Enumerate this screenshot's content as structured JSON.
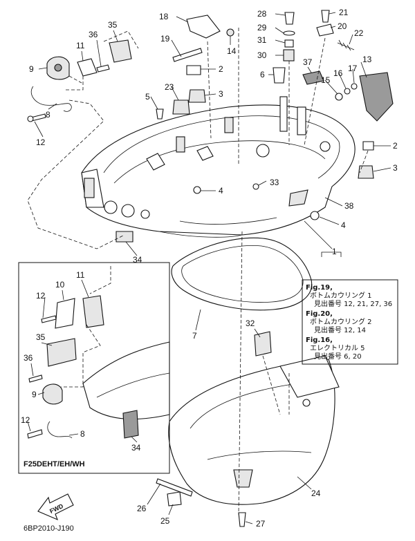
{
  "callouts": [
    {
      "id": "c1",
      "text": "1"
    },
    {
      "id": "c2a",
      "text": "2"
    },
    {
      "id": "c2b",
      "text": "2"
    },
    {
      "id": "c3a",
      "text": "3"
    },
    {
      "id": "c3b",
      "text": "3"
    },
    {
      "id": "c4a",
      "text": "4"
    },
    {
      "id": "c4b",
      "text": "4"
    },
    {
      "id": "c5",
      "text": "5"
    },
    {
      "id": "c6",
      "text": "6"
    },
    {
      "id": "c7",
      "text": "7"
    },
    {
      "id": "c8a",
      "text": "8"
    },
    {
      "id": "c8b",
      "text": "8"
    },
    {
      "id": "c9a",
      "text": "9"
    },
    {
      "id": "c9b",
      "text": "9"
    },
    {
      "id": "c10",
      "text": "10"
    },
    {
      "id": "c11a",
      "text": "11"
    },
    {
      "id": "c11b",
      "text": "11"
    },
    {
      "id": "c12a",
      "text": "12"
    },
    {
      "id": "c12b",
      "text": "12"
    },
    {
      "id": "c12c",
      "text": "12"
    },
    {
      "id": "c13",
      "text": "13"
    },
    {
      "id": "c14",
      "text": "14"
    },
    {
      "id": "c15",
      "text": "15"
    },
    {
      "id": "c16",
      "text": "16"
    },
    {
      "id": "c17",
      "text": "17"
    },
    {
      "id": "c18",
      "text": "18"
    },
    {
      "id": "c19",
      "text": "19"
    },
    {
      "id": "c20",
      "text": "20"
    },
    {
      "id": "c21",
      "text": "21"
    },
    {
      "id": "c22",
      "text": "22"
    },
    {
      "id": "c23",
      "text": "23"
    },
    {
      "id": "c24",
      "text": "24"
    },
    {
      "id": "c25",
      "text": "25"
    },
    {
      "id": "c26",
      "text": "26"
    },
    {
      "id": "c27",
      "text": "27"
    },
    {
      "id": "c28",
      "text": "28"
    },
    {
      "id": "c29",
      "text": "29"
    },
    {
      "id": "c30",
      "text": "30"
    },
    {
      "id": "c31",
      "text": "31"
    },
    {
      "id": "c32",
      "text": "32"
    },
    {
      "id": "c33",
      "text": "33"
    },
    {
      "id": "c34a",
      "text": "34"
    },
    {
      "id": "c34b",
      "text": "34"
    },
    {
      "id": "c35a",
      "text": "35"
    },
    {
      "id": "c35b",
      "text": "35"
    },
    {
      "id": "c36a",
      "text": "36"
    },
    {
      "id": "c36b",
      "text": "36"
    },
    {
      "id": "c37",
      "text": "37"
    },
    {
      "id": "c38",
      "text": "38"
    }
  ],
  "reference_box": {
    "lines": [
      "Fig.19,",
      "ボトムカウリング 1",
      "見出番号 12, 21, 27, 36",
      "Fig.20,",
      "ボトムカウリング 2",
      "見出番号 12, 14",
      "Fig.16,",
      "エレクトリカル 5",
      "見出番号 6, 20"
    ]
  },
  "inset_label": "F25DEHT/EH/WH",
  "fwd_label": "FWD",
  "figure_code": "6BP2010-J190"
}
